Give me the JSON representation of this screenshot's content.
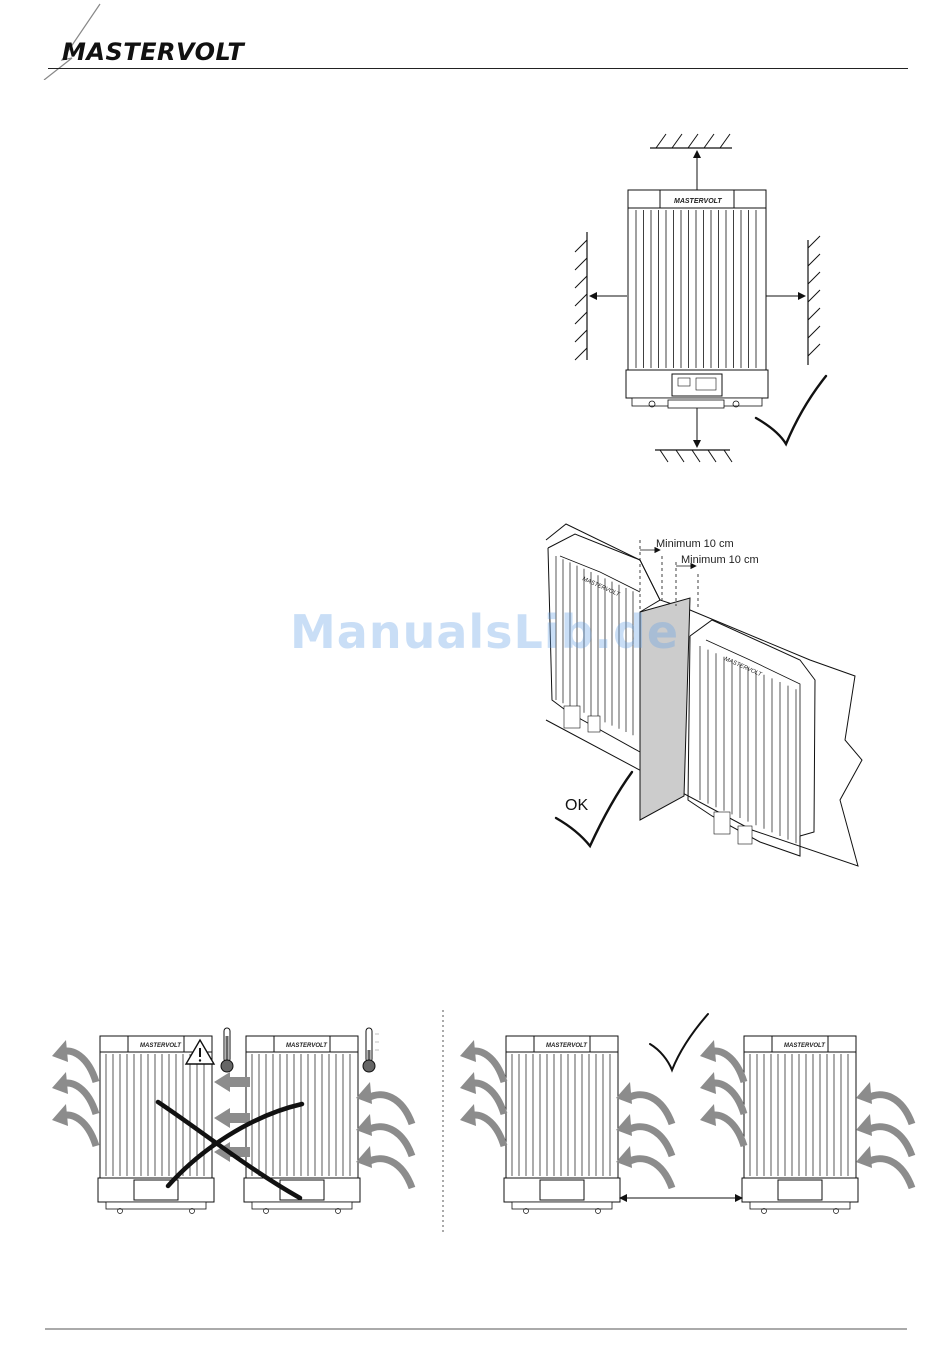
{
  "header": {
    "brand": "MASTERVOLT"
  },
  "figure_clearance": {
    "label": ""
  },
  "figure_multi": {
    "dim_1": "Minimum 10 cm",
    "dim_2": "Minimum 10 cm",
    "ok_label": "OK"
  },
  "watermark": "ManualsLib.de",
  "device_brand": "MASTERVOLT",
  "colors": {
    "line": "#111111",
    "arrow_gray": "#8c8c8c",
    "separator": "#cccccc",
    "watermark": "#64a0e6"
  }
}
